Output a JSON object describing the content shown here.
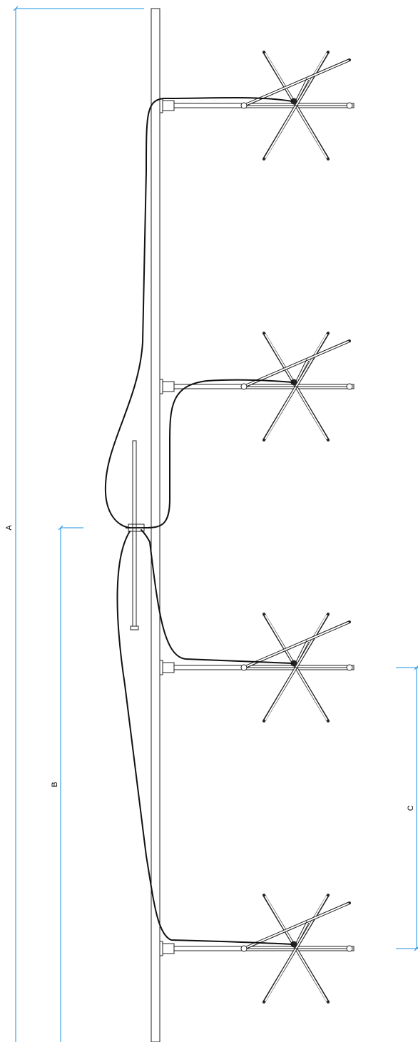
{
  "dimensions": {
    "a": {
      "label": "A"
    },
    "b": {
      "label": "B"
    },
    "c": {
      "label": "C"
    }
  },
  "colors": {
    "line": "#222222",
    "dimension": "#1a8fe0",
    "cable": "#111111"
  }
}
